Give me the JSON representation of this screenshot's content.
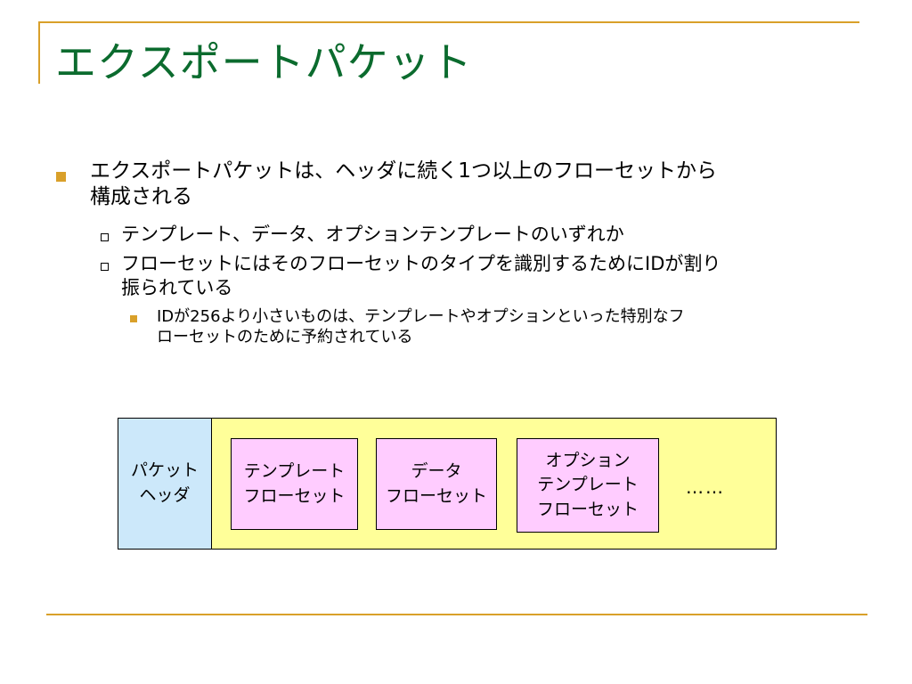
{
  "slide": {
    "title": "エクスポートパケット",
    "bullets": {
      "b1_line1": "エクスポートパケットは、ヘッダに続く1つ以上のフローセットから",
      "b1_line2": "構成される",
      "b2": "テンプレート、データ、オプションテンプレートのいずれか",
      "b3_line1": "フローセットにはそのフローセットのタイプを識別するためにIDが割り",
      "b3_line2": "振られている",
      "b4_line1": "IDが256より小さいものは、テンプレートやオプションといった特別なフ",
      "b4_line2": "ローセットのために予約されている"
    },
    "diagram": {
      "header_line1": "パケット",
      "header_line2": "ヘッダ",
      "template_line1": "テンプレート",
      "template_line2": "フローセット",
      "data_line1": "データ",
      "data_line2": "フローセット",
      "option_line1": "オプション",
      "option_line2": "テンプレート",
      "option_line3": "フローセット",
      "ellipsis": "……"
    }
  },
  "colors": {
    "title": "#0b6b2e",
    "accent_rule": "#d9a02a",
    "packet_body": "#ffff99",
    "packet_header": "#cce8fa",
    "flowset": "#ffccff"
  }
}
